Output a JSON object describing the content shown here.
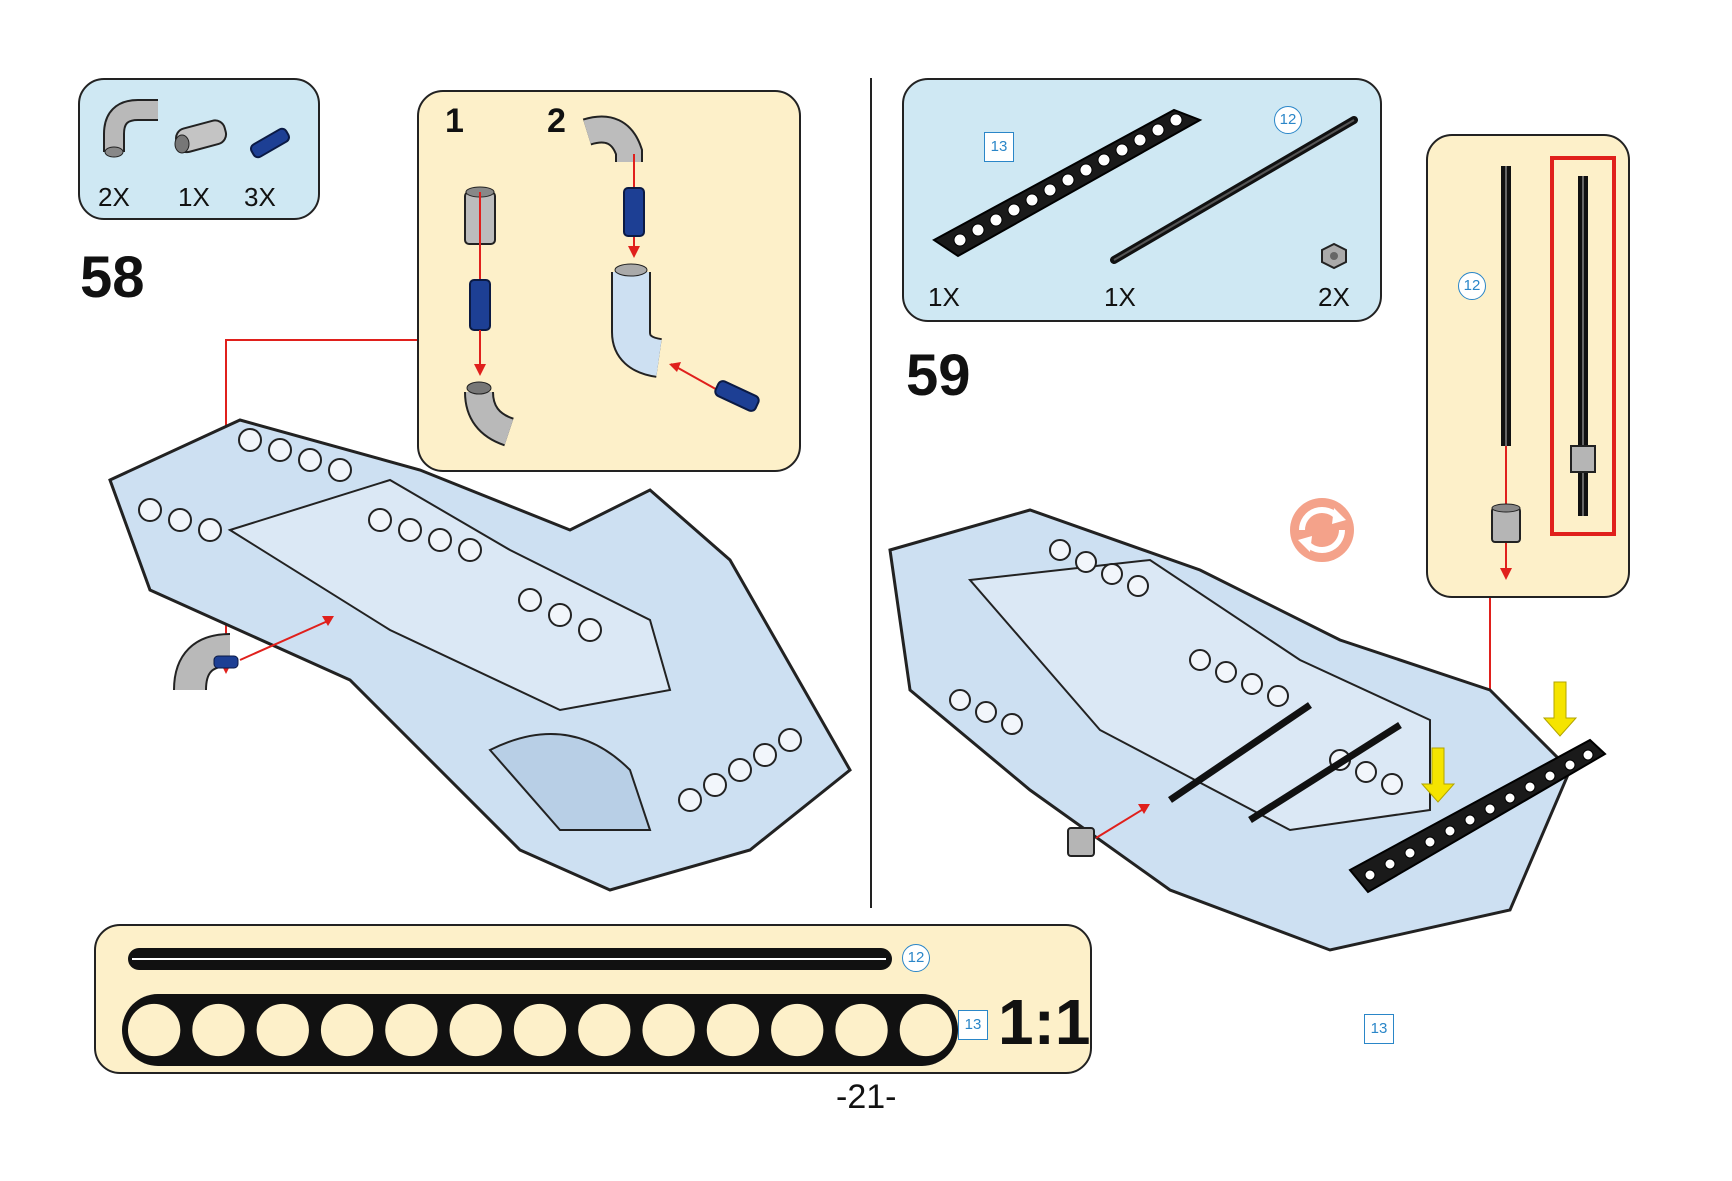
{
  "step58": {
    "number": "58",
    "parts": [
      "2X",
      "1X",
      "3X"
    ],
    "sub_steps": [
      "1",
      "2"
    ]
  },
  "step59": {
    "number": "59",
    "parts": [
      "1X",
      "1X",
      "2X"
    ],
    "part_ids": [
      "13",
      "12"
    ],
    "callout_part_id": "12",
    "model_part_id": "13"
  },
  "scale_bar": {
    "axle_id": "12",
    "beam_id": "13",
    "label": "1:1",
    "hole_count": 13
  },
  "page": {
    "number": "-21-"
  },
  "colors": {
    "parts_panel": "#cfe8f3",
    "callout_panel": "#fdf0c9",
    "arrow": "#e0201c",
    "model": "#cde0f2",
    "part_id": "#2a86c8",
    "highlight": "#f5e400"
  }
}
